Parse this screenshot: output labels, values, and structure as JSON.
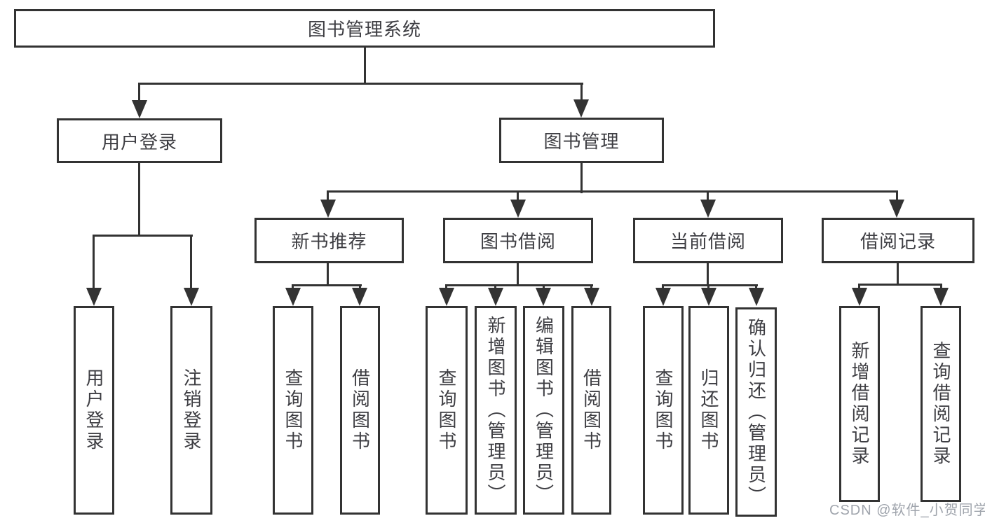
{
  "diagram": {
    "type": "hierarchy-tree",
    "colors": {
      "background": "#ffffff",
      "line": "#333333",
      "text": "#3d3d42",
      "watermark": "#a0a5ad"
    },
    "tree": {
      "root": {
        "label": "图书管理系统",
        "children": [
          {
            "label": "用户登录",
            "children": [
              {
                "label": "用户登录"
              },
              {
                "label": "注销登录"
              }
            ]
          },
          {
            "label": "图书管理",
            "children": [
              {
                "label": "新书推荐",
                "children": [
                  {
                    "label": "查询图书"
                  },
                  {
                    "label": "借阅图书"
                  }
                ]
              },
              {
                "label": "图书借阅",
                "children": [
                  {
                    "label": "查询图书"
                  },
                  {
                    "label": "新增图书（管理员）"
                  },
                  {
                    "label": "编辑图书（管理员）"
                  },
                  {
                    "label": "借阅图书"
                  }
                ]
              },
              {
                "label": "当前借阅",
                "children": [
                  {
                    "label": "查询图书"
                  },
                  {
                    "label": "归还图书"
                  },
                  {
                    "label": "确认归还（管理员）"
                  }
                ]
              },
              {
                "label": "借阅记录",
                "children": [
                  {
                    "label": "新增借阅记录"
                  },
                  {
                    "label": "查询借阅记录"
                  }
                ]
              }
            ]
          }
        ]
      }
    },
    "watermark": "CSDN @软件_小贺同学"
  }
}
